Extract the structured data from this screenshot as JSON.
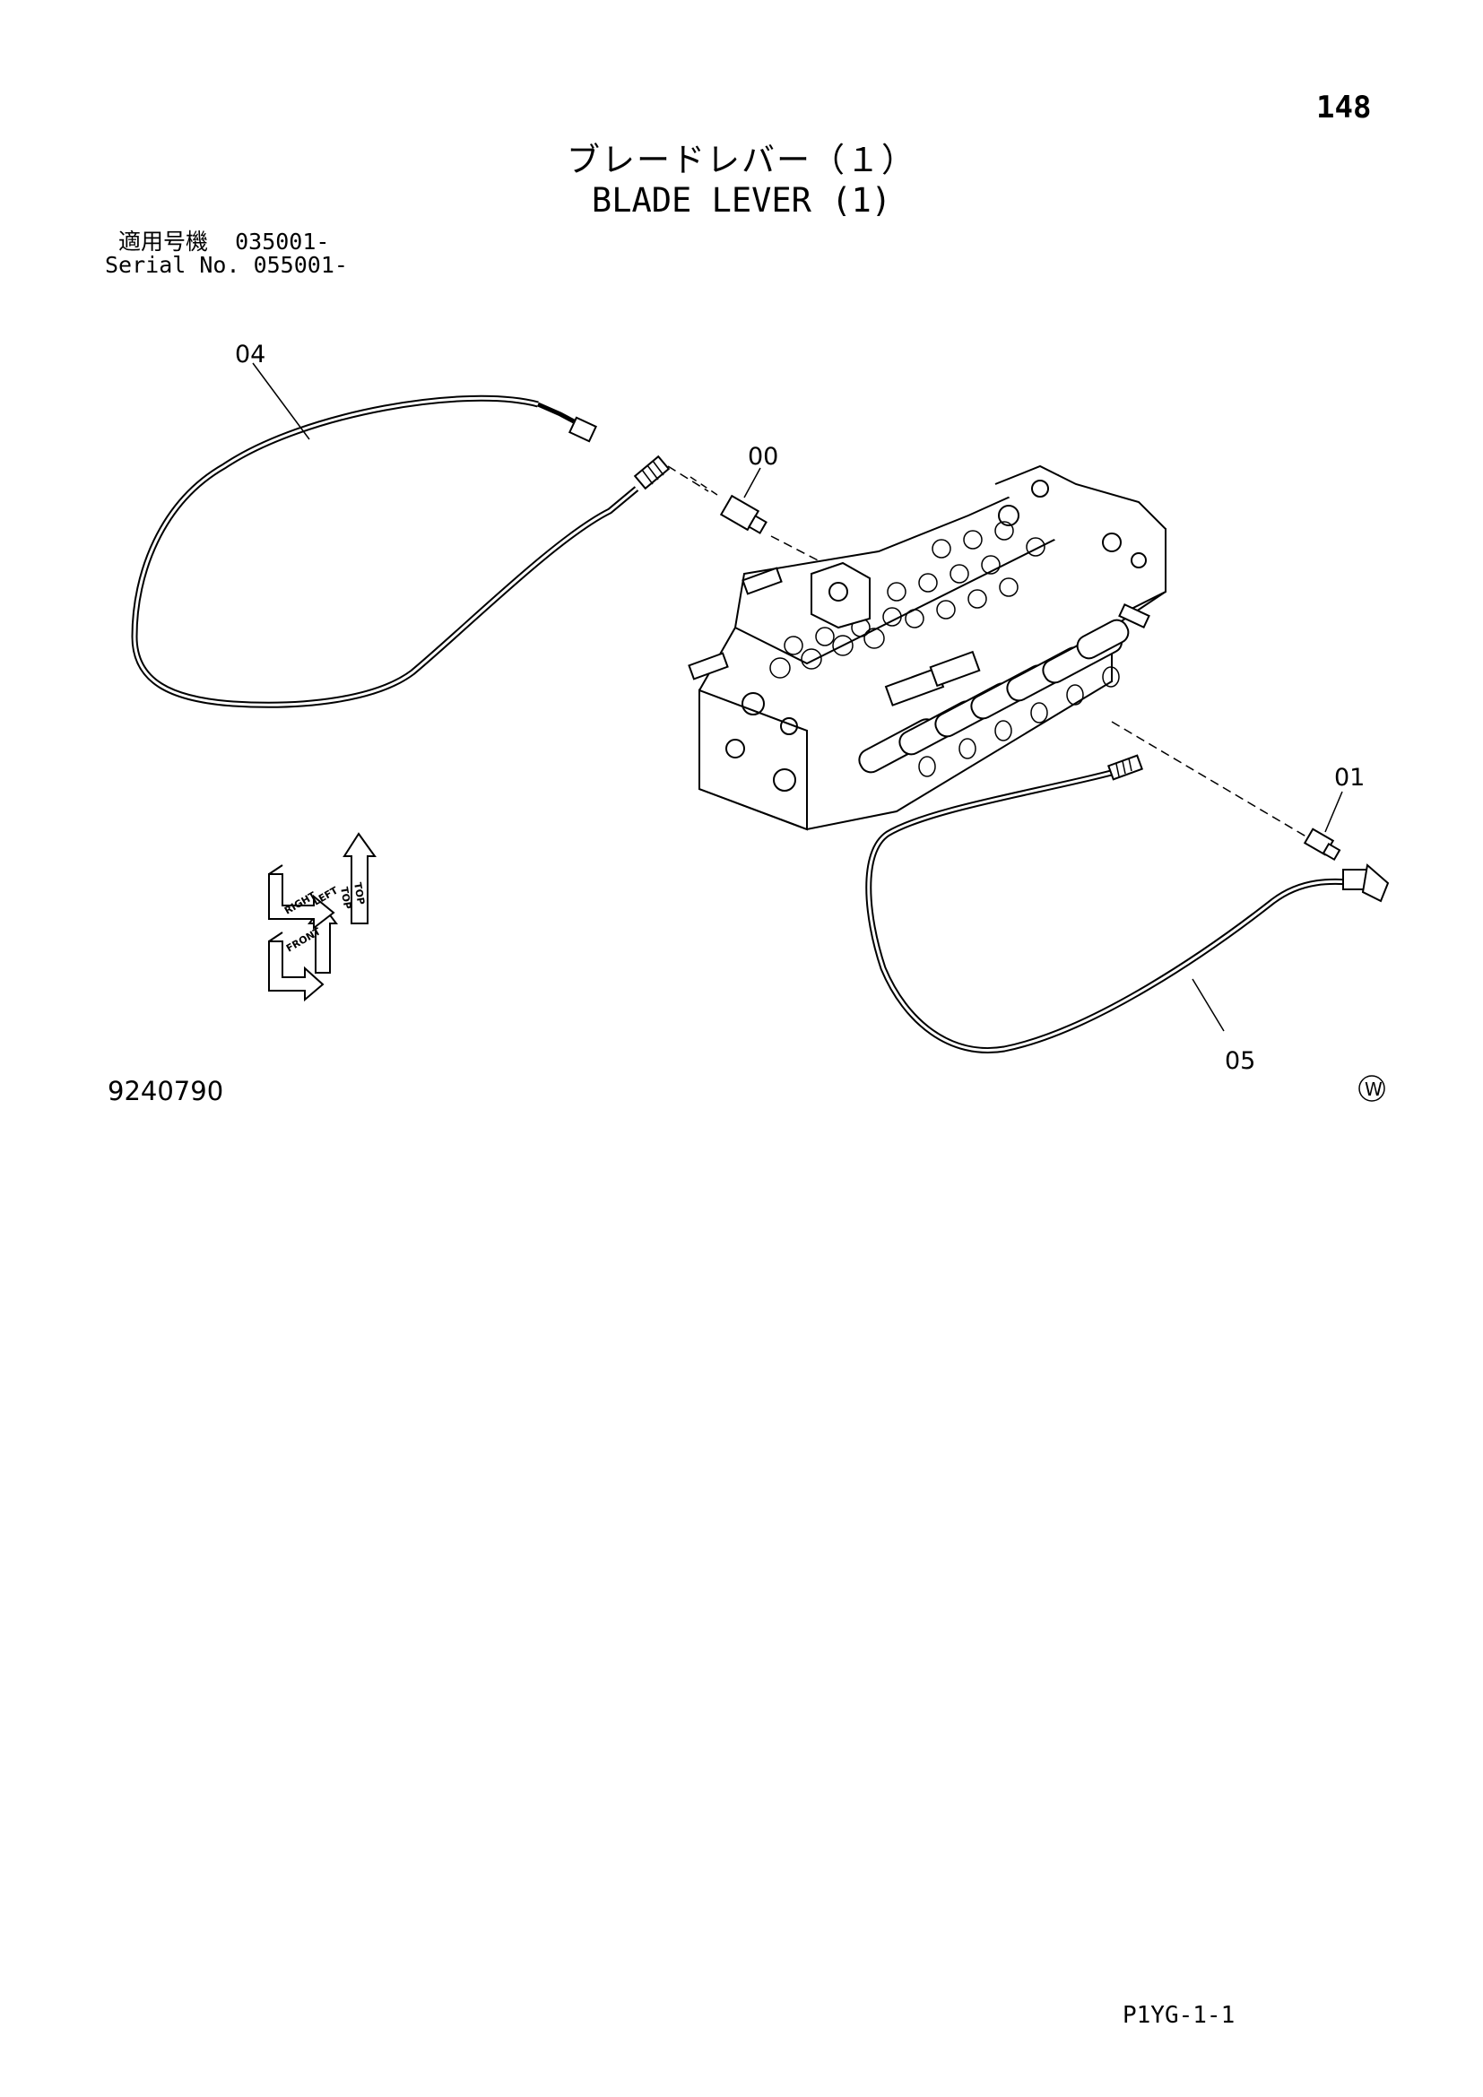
{
  "page": {
    "number": "148",
    "title_ja": "ブレードレバー（１）",
    "title_en": "BLADE LEVER (1)",
    "serial_line_1": "適用号機  035001-",
    "serial_line_2": "Serial No. 055001-",
    "drawing_number": "9240790",
    "footer_code": "P1YG-1-1"
  },
  "parts": {
    "p04": "04",
    "p00": "00",
    "p01": "01",
    "p05": "05"
  },
  "orientation": {
    "top": "TOP",
    "left": "LEFT",
    "right": "RIGHT",
    "front": "FRONT",
    "top_small": "TOP"
  },
  "mark": "W"
}
